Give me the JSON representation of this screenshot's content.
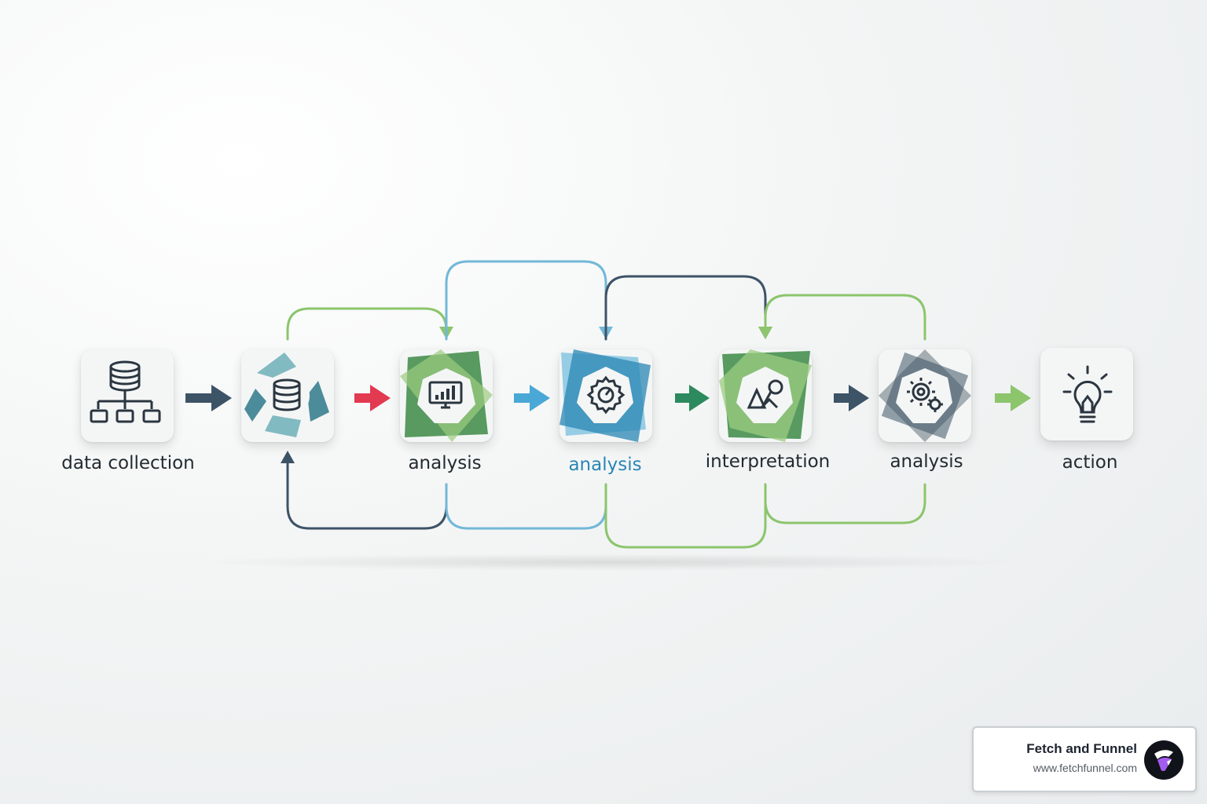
{
  "diagram": {
    "nodes": [
      {
        "id": "n1",
        "label": "data collection",
        "icon": "database-hierarchy-icon"
      },
      {
        "id": "n2",
        "label": "",
        "icon": "database-icon"
      },
      {
        "id": "n3",
        "label": "analysis",
        "icon": "monitor-chart-icon"
      },
      {
        "id": "n4",
        "label": "analysis",
        "icon": "gauge-gear-icon"
      },
      {
        "id": "n5",
        "label": "interpretation",
        "icon": "magnifier-shapes-icon"
      },
      {
        "id": "n6",
        "label": "analysis",
        "icon": "gears-icon"
      },
      {
        "id": "n7",
        "label": "action",
        "icon": "lightbulb-icon"
      }
    ],
    "flow_arrows": [
      {
        "from": "n1",
        "to": "n2",
        "color": "#3d5366"
      },
      {
        "from": "n2",
        "to": "n3",
        "color": "#e23a50"
      },
      {
        "from": "n3",
        "to": "n4",
        "color": "#4aa8d6"
      },
      {
        "from": "n4",
        "to": "n5",
        "color": "#2c8a5e"
      },
      {
        "from": "n5",
        "to": "n6",
        "color": "#3d5366"
      },
      {
        "from": "n6",
        "to": "n7",
        "color": "#8cc56c"
      }
    ],
    "feedback_loops": [
      {
        "from": "n2",
        "to": "n3",
        "side": "top",
        "color": "#8cc56c"
      },
      {
        "from": "n3",
        "to": "n4",
        "side": "top",
        "color": "#72b8d8"
      },
      {
        "from": "n4",
        "to": "n5",
        "side": "top",
        "color": "#3d5366"
      },
      {
        "from": "n6",
        "to": "n5",
        "side": "top",
        "color": "#8cc56c"
      },
      {
        "from": "n3",
        "to": "n2",
        "side": "bottom",
        "color": "#3d5366"
      },
      {
        "from": "n3",
        "to": "n4",
        "side": "bottom",
        "color": "#72b8d8"
      },
      {
        "from": "n4",
        "to": "n5",
        "side": "bottom",
        "color": "#8cc56c"
      },
      {
        "from": "n5",
        "to": "n6",
        "side": "bottom",
        "color": "#8cc56c"
      }
    ]
  },
  "brand": {
    "name": "Fetch and Funnel",
    "url": "www.fetchfunnel.com"
  }
}
